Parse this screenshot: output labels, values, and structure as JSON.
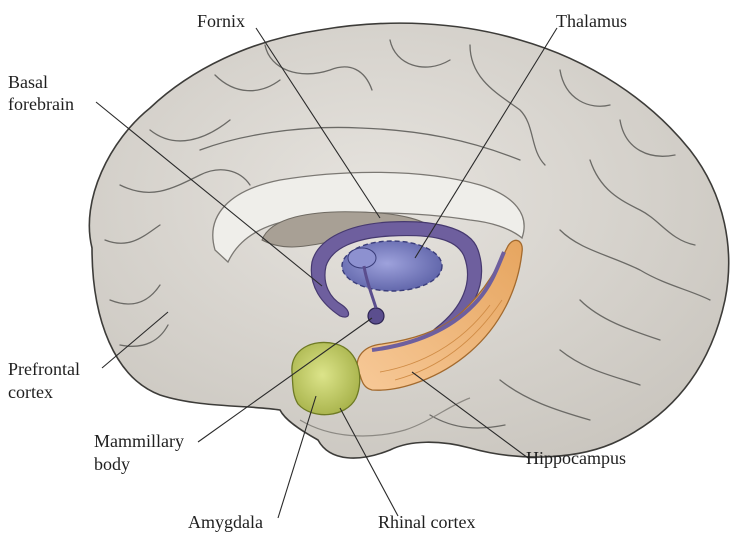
{
  "figure": {
    "labels": {
      "fornix": "Fornix",
      "thalamus": "Thalamus",
      "basal_forebrain_1": "Basal",
      "basal_forebrain_2": "forebrain",
      "prefrontal_1": "Prefrontal",
      "prefrontal_2": "cortex",
      "mammillary_1": "Mammillary",
      "mammillary_2": "body",
      "hippocampus": "Hippocampus",
      "amygdala": "Amygdala",
      "rhinal_cortex": "Rhinal cortex"
    },
    "colors": {
      "cortex": "#d9d6d0",
      "cortex_dark": "#c3bfb8",
      "white_matter": "#efeeea",
      "fornix": "#6e5f9e",
      "thalamus": "#7b7fc0",
      "hippocampus": "#f0b67a",
      "amygdala": "#c8d36a",
      "ventricle": "#a8a095"
    }
  }
}
